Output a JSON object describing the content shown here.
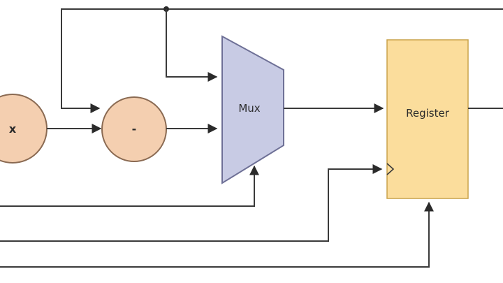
{
  "diagram": {
    "multiply_op": {
      "label": "x"
    },
    "subtract_op": {
      "label": "-"
    },
    "mux": {
      "label": "Mux"
    },
    "register": {
      "label": "Register"
    }
  },
  "colors": {
    "background": "#ffffff",
    "operator_fill": "#f4cfb0",
    "mux_fill": "#c8cbe4",
    "register_fill": "#fbdd9c",
    "wire": "#3a3a3a"
  }
}
